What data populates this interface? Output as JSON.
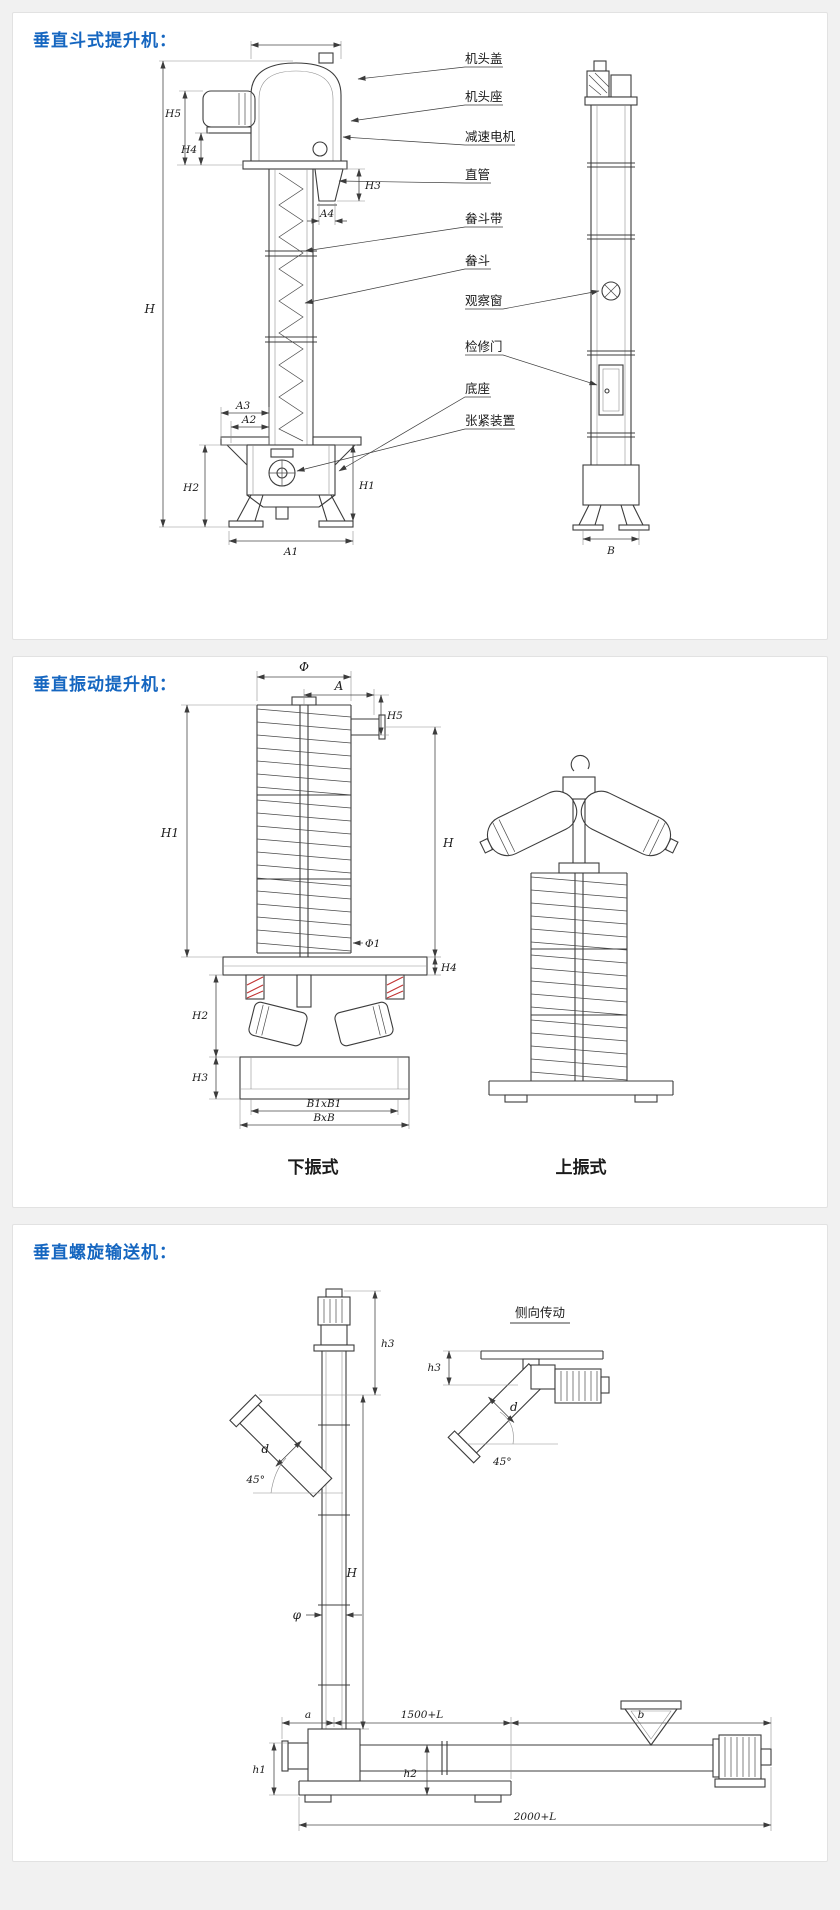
{
  "page": {
    "background": "#f1f1f1",
    "card_background": "#ffffff",
    "accent": "#1566c0"
  },
  "bucket": {
    "title": "垂直斗式提升机：",
    "labels": {
      "head_cover": "机头盖",
      "head_seat": "机头座",
      "gear_motor": "减速电机",
      "straight_pipe": "直管",
      "bucket_belt": "畚斗带",
      "bucket": "畚斗",
      "observation_window": "观察窗",
      "access_door": "检修门",
      "base": "底座",
      "tension_device": "张紧装置"
    },
    "dims": {
      "H": "H",
      "H1": "H1",
      "H2": "H2",
      "H3": "H3",
      "H4": "H4",
      "H5": "H5",
      "A1": "A1",
      "A2": "A2",
      "A3": "A3",
      "A4": "A4",
      "B": "B"
    }
  },
  "vibration": {
    "title": "垂直振动提升机：",
    "dims": {
      "phi": "Φ",
      "A": "A",
      "H5": "H5",
      "H1": "H1",
      "H": "H",
      "phi1": "Φ1",
      "H4": "H4",
      "H2": "H2",
      "H3": "H3",
      "B1": "B1xB1",
      "B": "BxB"
    },
    "captions": {
      "down": "下振式",
      "up": "上振式"
    }
  },
  "screw": {
    "title": "垂直螺旋输送机：",
    "side_drive_label": "侧向传动",
    "dims": {
      "h3": "h3",
      "d": "d",
      "angle": "45°",
      "H": "H",
      "phi": "φ",
      "a": "a",
      "len_mid": "1500+L",
      "b": "b",
      "h1": "h1",
      "h2": "h2",
      "len_bottom": "2000+L"
    }
  }
}
